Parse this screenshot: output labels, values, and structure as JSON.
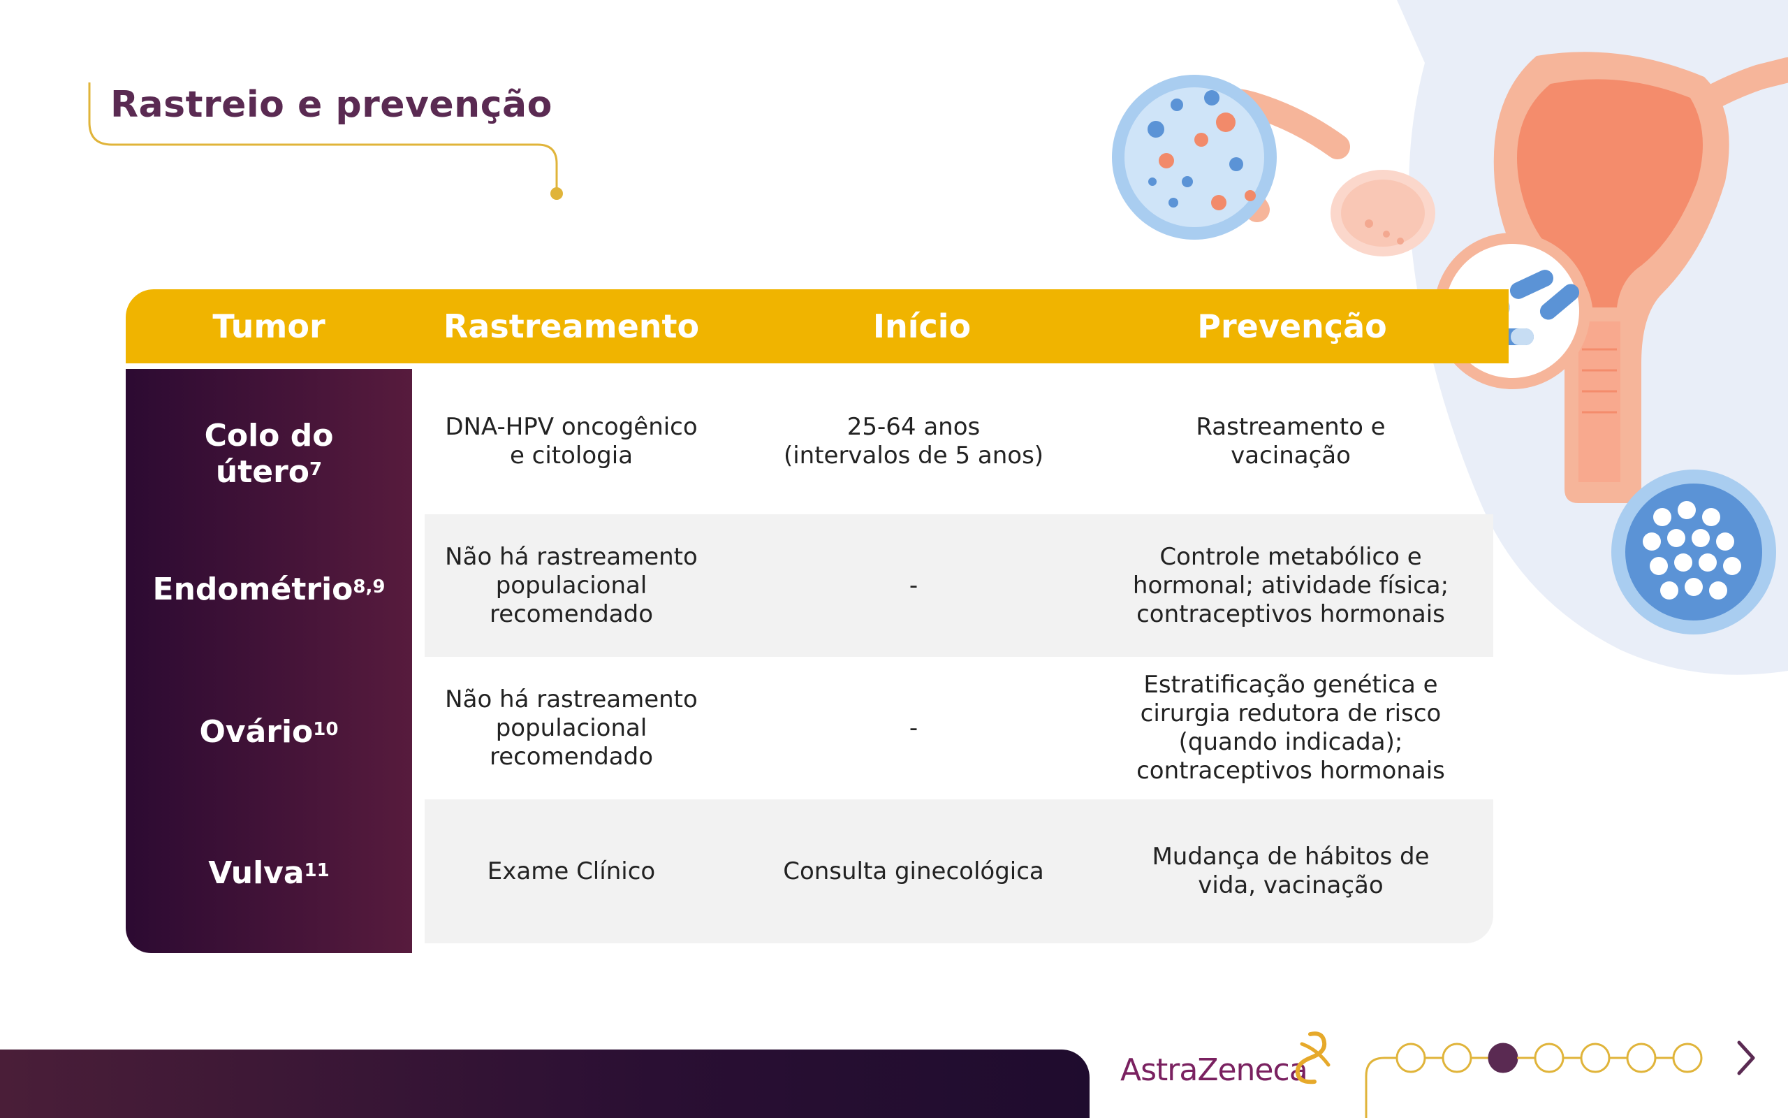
{
  "page": {
    "title": "Rastreio e prevenção"
  },
  "table": {
    "headers": [
      "Tumor",
      "Rastreamento",
      "Início",
      "Prevenção"
    ],
    "rows": [
      {
        "tumor": "Colo do útero",
        "tumor_line1": "Colo do",
        "tumor_line2": "útero",
        "ref": "7",
        "screening": "DNA-HPV oncogênico e citologia",
        "screening_lines": [
          "DNA-HPV oncogênico",
          "e citologia"
        ],
        "start_lines": [
          "25-64 anos",
          "(intervalos de 5 anos)"
        ],
        "prevention_lines": [
          "Rastreamento e",
          "vacinação"
        ]
      },
      {
        "tumor": "Endométrio",
        "ref": "8,9",
        "screening_lines": [
          "Não há rastreamento",
          "populacional",
          "recomendado"
        ],
        "start_lines": [
          "-"
        ],
        "prevention_lines": [
          "Controle metabólico e",
          "hormonal; atividade física;",
          "contraceptivos hormonais"
        ]
      },
      {
        "tumor": "Ovário",
        "ref": "10",
        "screening_lines": [
          "Não há rastreamento",
          "populacional",
          "recomendado"
        ],
        "start_lines": [
          "-"
        ],
        "prevention_lines": [
          "Estratificação genética e",
          "cirurgia redutora de risco",
          "(quando indicada);",
          "contraceptivos hormonais"
        ]
      },
      {
        "tumor": "Vulva",
        "ref": "11",
        "screening_lines": [
          "Exame Clínico"
        ],
        "start_lines": [
          "Consulta ginecológica"
        ],
        "prevention_lines": [
          "Mudança de hábitos de",
          "vida, vacinação"
        ]
      }
    ]
  },
  "footer": {
    "brand": "AstraZeneca",
    "pager": {
      "total": 7,
      "current": 3
    }
  },
  "colors": {
    "accent_yellow": "#f0b400",
    "brand_purple": "#5a2a52",
    "tumor_gradient_start": "#2c0a32",
    "tumor_gradient_end": "#571b3d",
    "row_gray": "#f2f2f2",
    "illustration_peach": "#f6a98c",
    "illustration_blue": "#8fb8e8"
  },
  "icons": [
    "cell-culture-icon",
    "uterus-illustration",
    "capsules-icon",
    "cell-cluster-icon",
    "next-arrow-icon",
    "astrazeneca-logo-mark"
  ]
}
